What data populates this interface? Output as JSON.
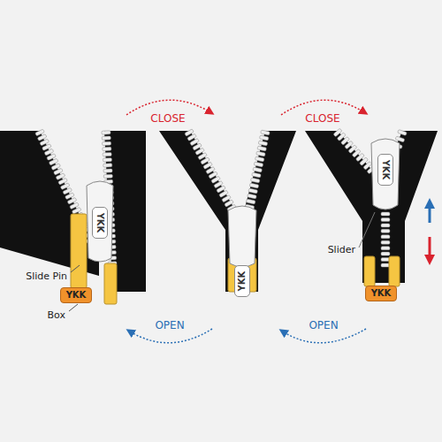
{
  "diagram": {
    "nodes": [
      {
        "text": [
          "YKK"
        ]
      },
      {
        "text": [
          "YKK"
        ]
      },
      {
        "text": [
          "YKK"
        ]
      },
      {
        "text": [
          "YKK"
        ]
      },
      {
        "text": [
          "YKK"
        ]
      }
    ],
    "labels": [
      "CLOSE",
      "CLOSE",
      "OPEN",
      "OPEN",
      "Slide Pin",
      "Box",
      "Slider"
    ]
  }
}
